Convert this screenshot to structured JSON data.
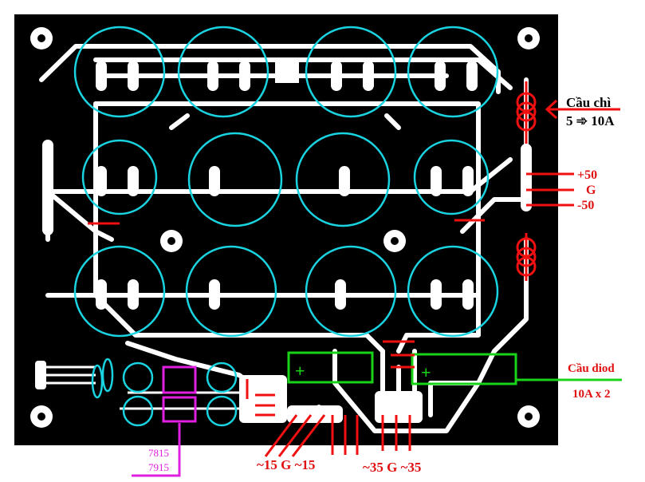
{
  "labels": {
    "fuse_title": "Cầu chì",
    "fuse_rating": "5 ➾ 10A",
    "plus50": "+50",
    "g_main": "G",
    "minus50": "-50",
    "bridge_title": "Cầu diod",
    "bridge_rating": "10A  x 2",
    "reg1": "7815",
    "reg2": "7915",
    "ac15": "~15 G ~15",
    "ac35": "~35 G ~35",
    "plus_sign": "+"
  },
  "colors": {
    "board": "#000000",
    "trace": "#ffffff",
    "capacitor_outline": "#19d3e0",
    "annotation_red": "#f01010",
    "bridge_green": "#19d319",
    "regulator_magenta": "#e020e0"
  }
}
